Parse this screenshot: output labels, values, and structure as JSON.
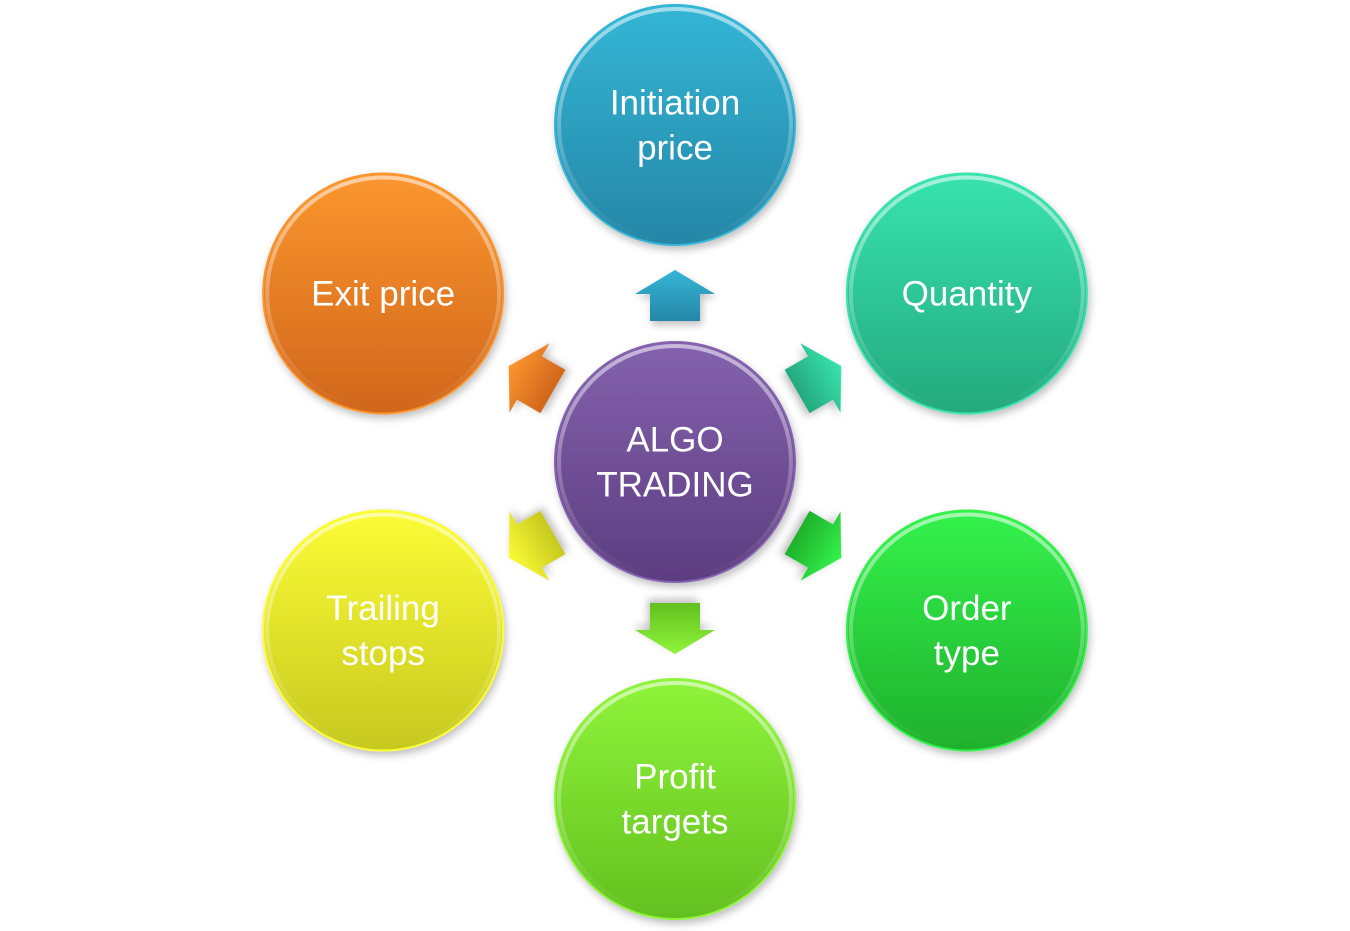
{
  "center": {
    "lines": [
      "ALGO",
      "TRADING"
    ],
    "color_top": "#8462ae",
    "color_bottom": "#5c3d80"
  },
  "nodes": [
    {
      "id": "initiation-price",
      "lines": [
        "Initiation",
        "price"
      ],
      "color_top": "#34b6d6",
      "color_bottom": "#2686a6",
      "angle": -90
    },
    {
      "id": "quantity",
      "lines": [
        "Quantity"
      ],
      "color_top": "#38e3ae",
      "color_bottom": "#24a97c",
      "angle": -30
    },
    {
      "id": "order-type",
      "lines": [
        "Order",
        "type"
      ],
      "color_top": "#34f24c",
      "color_bottom": "#1fb02c",
      "angle": 30
    },
    {
      "id": "profit-targets",
      "lines": [
        "Profit",
        "targets"
      ],
      "color_top": "#8ff43a",
      "color_bottom": "#63c01f",
      "angle": 90
    },
    {
      "id": "trailing-stops",
      "lines": [
        "Trailing",
        "stops"
      ],
      "color_top": "#fcfc36",
      "color_bottom": "#c6c81f",
      "angle": 150
    },
    {
      "id": "exit-price",
      "lines": [
        "Exit price"
      ],
      "color_top": "#fb962e",
      "color_bottom": "#d0661c",
      "angle": 210
    }
  ]
}
